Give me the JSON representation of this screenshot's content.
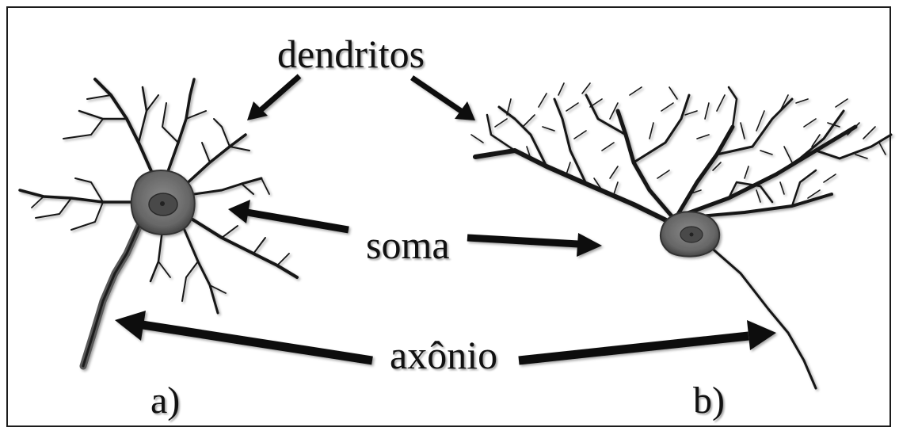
{
  "labels": {
    "dendritos": "dendritos",
    "soma": "soma",
    "axonio": "axônio",
    "panel_a": "a)",
    "panel_b": "b)"
  },
  "colors": {
    "ink": "#111111",
    "soma_fill": "#6b6b6b",
    "nucleus": "#4a4a4a",
    "frame": "#1c1c1c"
  }
}
